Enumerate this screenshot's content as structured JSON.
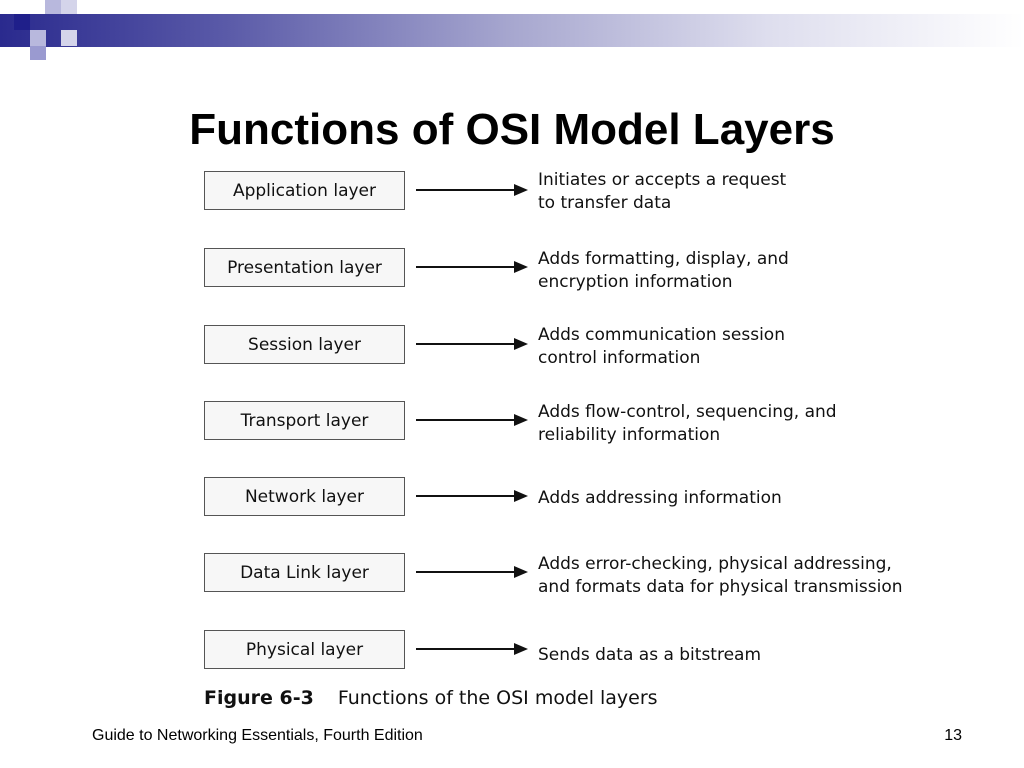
{
  "title": "Functions of OSI Model Layers",
  "layers": [
    {
      "label": "Application layer",
      "description": "Initiates or accepts a request\nto transfer data"
    },
    {
      "label": "Presentation layer",
      "description": "Adds formatting, display, and\nencryption information"
    },
    {
      "label": "Session layer",
      "description": "Adds communication session\ncontrol information"
    },
    {
      "label": "Transport layer",
      "description": "Adds flow-control, sequencing, and\nreliability information"
    },
    {
      "label": "Network layer",
      "description": "Adds addressing information"
    },
    {
      "label": "Data Link layer",
      "description": "Adds error-checking, physical addressing,\nand formats data for physical transmission"
    },
    {
      "label": "Physical layer",
      "description": "Sends data as a bitstream"
    }
  ],
  "caption": {
    "figure": "Figure 6-3",
    "text": "Functions of the OSI model layers"
  },
  "footer": {
    "source": "Guide to Networking Essentials, Fourth Edition",
    "page": "13"
  },
  "colors": {
    "accent": "#2a2a8e",
    "accent_light": "#9a9ad0"
  }
}
